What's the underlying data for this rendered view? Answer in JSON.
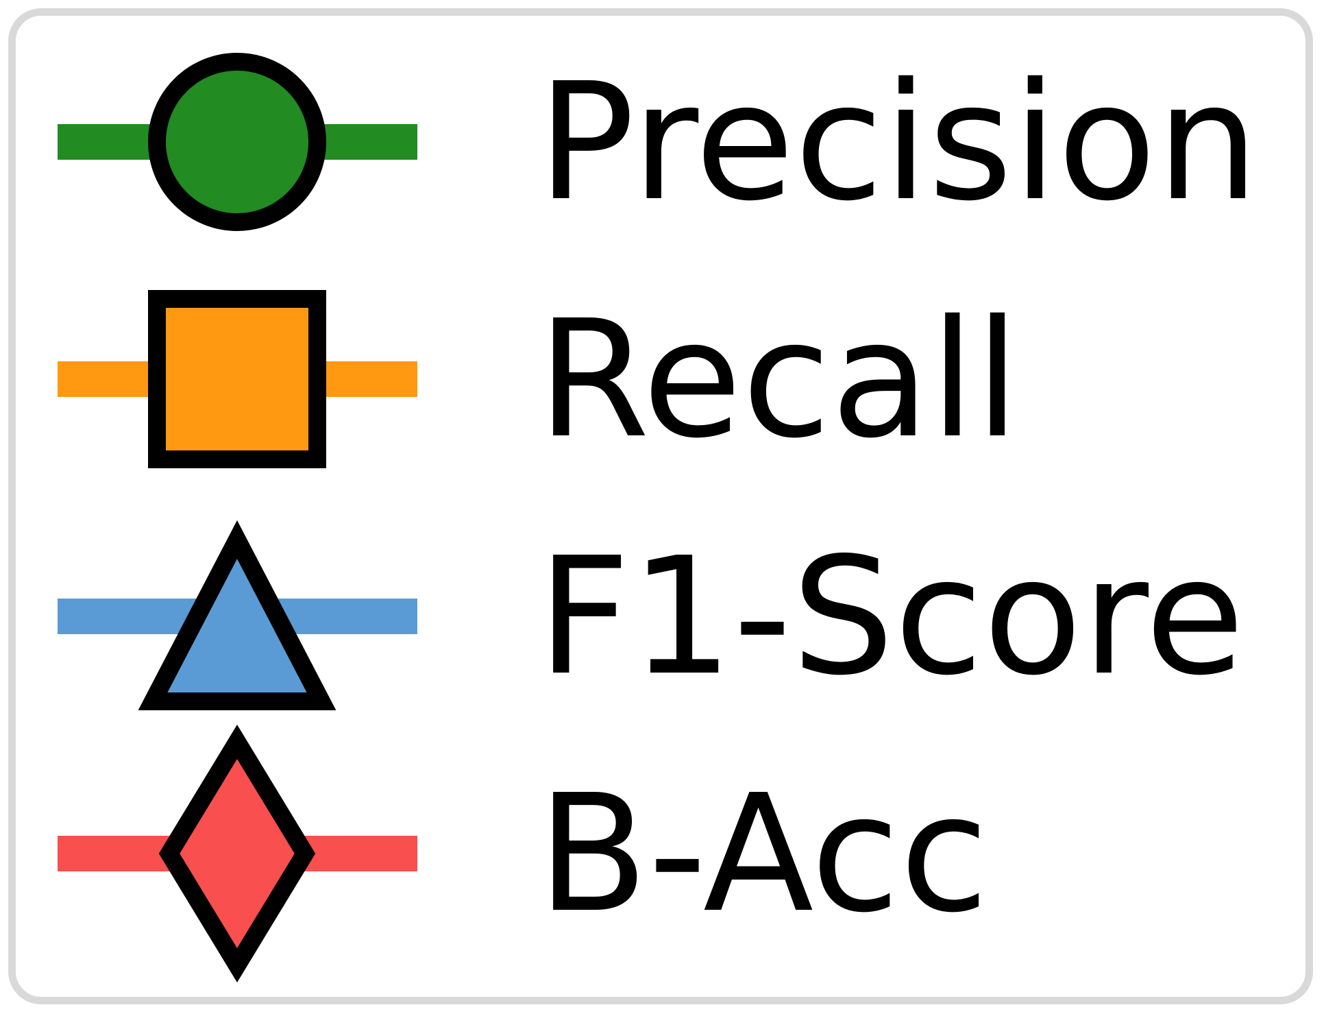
{
  "chart_data": {
    "type": "line",
    "legend": {
      "placement": "standalone",
      "entries": [
        {
          "label": "Precision",
          "color": "#228b22",
          "marker": "circle"
        },
        {
          "label": "Recall",
          "color": "#ff9912",
          "marker": "square"
        },
        {
          "label": "F1-Score",
          "color": "#5b9bd5",
          "marker": "triangle"
        },
        {
          "label": "B-Acc",
          "color": "#f94f4f",
          "marker": "diamond"
        }
      ]
    },
    "frame_color": "#d9d9d9",
    "marker_edge_color": "#000000"
  }
}
